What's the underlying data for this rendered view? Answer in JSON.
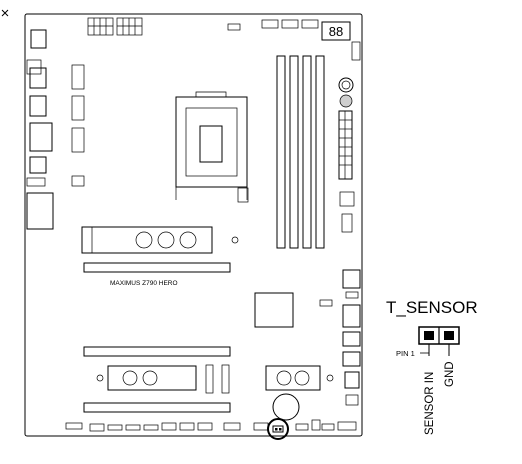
{
  "board": {
    "model_label": "MAXIMUS Z790 HERO",
    "led_readout": "88"
  },
  "connector": {
    "title": "T_SENSOR",
    "pin1_label": "PIN 1",
    "pin_labels": [
      "SENSOR IN",
      "GND"
    ]
  },
  "highlight": {
    "shape": "circle",
    "target": "t-sensor-header"
  }
}
